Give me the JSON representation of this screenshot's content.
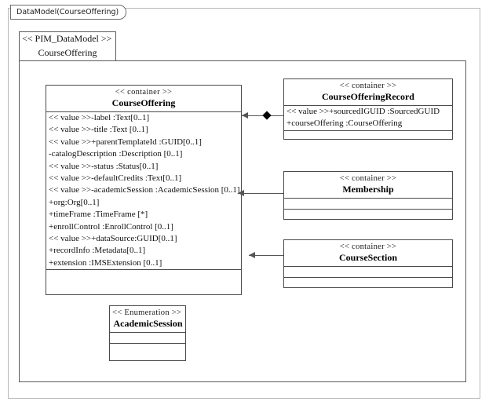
{
  "frame": {
    "tab_label": "DataModel(CourseOffering)"
  },
  "package": {
    "stereotype": "<< PIM_DataModel >>",
    "name": "CourseOffering"
  },
  "classes": [
    {
      "id": "course-offering",
      "stereotype": "<< container >>",
      "name": "CourseOffering",
      "attributes": [
        "<< value >>-label :Text[0..1]",
        "<< value >>-title :Text [0..1]",
        "<< value >>+parentTemplateId :GUID[0..1]",
        "-catalogDescription  :Description [0..1]",
        "<< value >>-status :Status[0..1]",
        "<< value >>-defaultCredits :Text[0..1]",
        "<< value >>-academicSession :AcademicSession [0..1]",
        "+org:Org[0..1]",
        "+timeFrame :TimeFrame [*]",
        "+enrollControl :EnrollControl [0..1]",
        "<< value >>+dataSource:GUID[0..1]",
        "+recordInfo :Metadata[0..1]",
        "+extension :IMSExtension [0..1]"
      ]
    },
    {
      "id": "course-offering-record",
      "stereotype": "<< container >>",
      "name": "CourseOfferingRecord",
      "attributes": [
        "<< value >>+sourcedIGUID :SourcedGUID",
        "+courseOffering  :CourseOffering"
      ]
    },
    {
      "id": "membership",
      "stereotype": "<< container >>",
      "name": "Membership",
      "attributes": []
    },
    {
      "id": "course-section",
      "stereotype": "<< container >>",
      "name": "CourseSection",
      "attributes": []
    },
    {
      "id": "academic-session",
      "stereotype": "<< Enumeration >>",
      "name": "AcademicSession",
      "attributes": []
    }
  ],
  "relationships": [
    {
      "id": "rel-record",
      "from": "course-offering-record",
      "to": "course-offering",
      "type": "composition",
      "source_marker": "filled-diamond",
      "target_marker": "open-arrow"
    },
    {
      "id": "rel-membership",
      "from": "membership",
      "to": "course-offering",
      "type": "association",
      "source_marker": "none",
      "target_marker": "open-arrow"
    },
    {
      "id": "rel-section",
      "from": "course-section",
      "to": "course-offering",
      "type": "association",
      "source_marker": "none",
      "target_marker": "open-arrow"
    }
  ],
  "colors": {
    "frame_border": "#b9b9b9",
    "box_border": "#4a4a4a",
    "connector": "#555555",
    "background": "#ffffff",
    "text": "#111111"
  }
}
